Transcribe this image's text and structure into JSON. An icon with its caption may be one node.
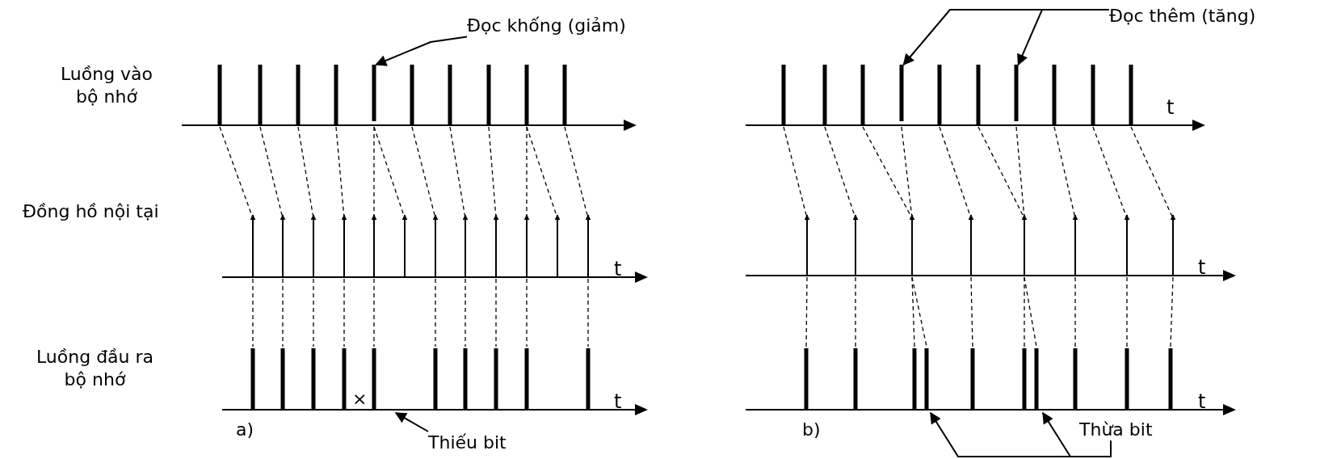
{
  "diagram": {
    "nodes": [
      {
        "text": [
          "Đọc khống (giảm)"
        ]
      },
      {
        "text": [],
        "shape": "bar"
      },
      {
        "text": [
          "Đọc thêm (tăng)"
        ]
      },
      {
        "text": [],
        "shape": "bar"
      },
      {
        "text": [],
        "shape": "bar"
      },
      {
        "text": [
          "Thiếu bit"
        ]
      },
      {
        "text": [
          "Thừa bit"
        ]
      }
    ],
    "edges": [
      {
        "from": 0,
        "to": 1,
        "arrow": "to"
      },
      {
        "from": 2,
        "to": 3,
        "arrow": "to"
      },
      {
        "from": 2,
        "to": 4,
        "arrow": "to"
      },
      {
        "from": 5,
        "to": null,
        "arrow": "to"
      },
      {
        "from": 6,
        "to": null,
        "arrow": "to"
      },
      {
        "from": 6,
        "to": null,
        "arrow": "to"
      }
    ],
    "labels": [
      "Luồng vào bộ nhớ",
      "t",
      "Đồng hồ nội tại",
      "t",
      "t",
      "×",
      "Luồng đầu ra bộ nhớ",
      "t",
      "t",
      "a)",
      "b)"
    ]
  }
}
